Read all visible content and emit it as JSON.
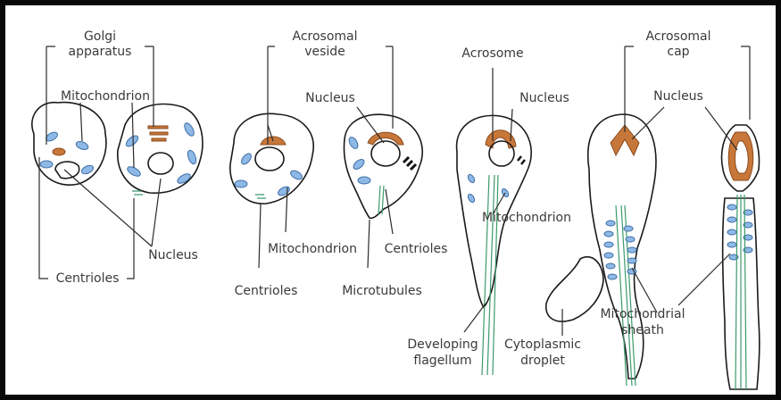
{
  "labels": {
    "golgi_1": "Golgi",
    "golgi_2": "apparatus",
    "mitochondrion_a": "Mitochondrion",
    "nucleus_a": "Nucleus",
    "centrioles_a": "Centrioles",
    "acrosomal_vesicle_1": "Acrosomal",
    "acrosomal_vesicle_2": "veside",
    "nucleus_b": "Nucleus",
    "mitochondrion_b": "Mitochondrion",
    "centrioles_b1": "Centrioles",
    "centrioles_b2": "Centrioles",
    "microtubules": "Microtubules",
    "acrosome": "Acrosome",
    "nucleus_c": "Nucleus",
    "mitochondrion_c": "Mitochondrion",
    "developing_flagellum_1": "Developing",
    "developing_flagellum_2": "flagellum",
    "cytoplasmic_droplet_1": "Cytoplasmic",
    "cytoplasmic_droplet_2": "droplet",
    "acrosomal_cap_1": "Acrosomal",
    "acrosomal_cap_2": "cap",
    "nucleus_d": "Nucleus",
    "mitochondrial_sheath_1": "Mitochondrial",
    "mitochondrial_sheath_2": "sheath"
  },
  "colors": {
    "mitochondria": "#8eb8e6",
    "acrosome": "#c8773a",
    "flagellum": "#3c9a6a",
    "outline": "#1a1a1a"
  }
}
